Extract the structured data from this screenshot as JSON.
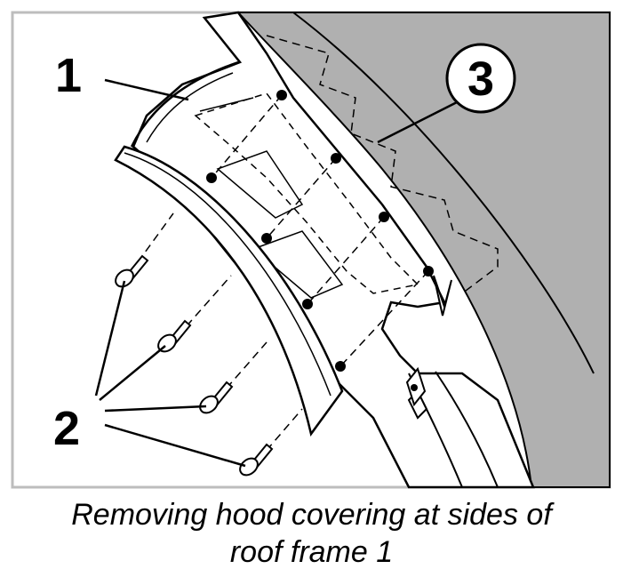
{
  "figure": {
    "callouts": {
      "one": "1",
      "two": "2",
      "three": "3"
    },
    "colors": {
      "roof_panel": "#b0b0b0",
      "line": "#000000",
      "frame": "#bdbdbd",
      "background": "#ffffff"
    },
    "icons": [
      "screw-icon",
      "clip-icon"
    ]
  },
  "caption": {
    "line1": "Removing hood covering at sides of",
    "line2": "roof frame 1"
  }
}
